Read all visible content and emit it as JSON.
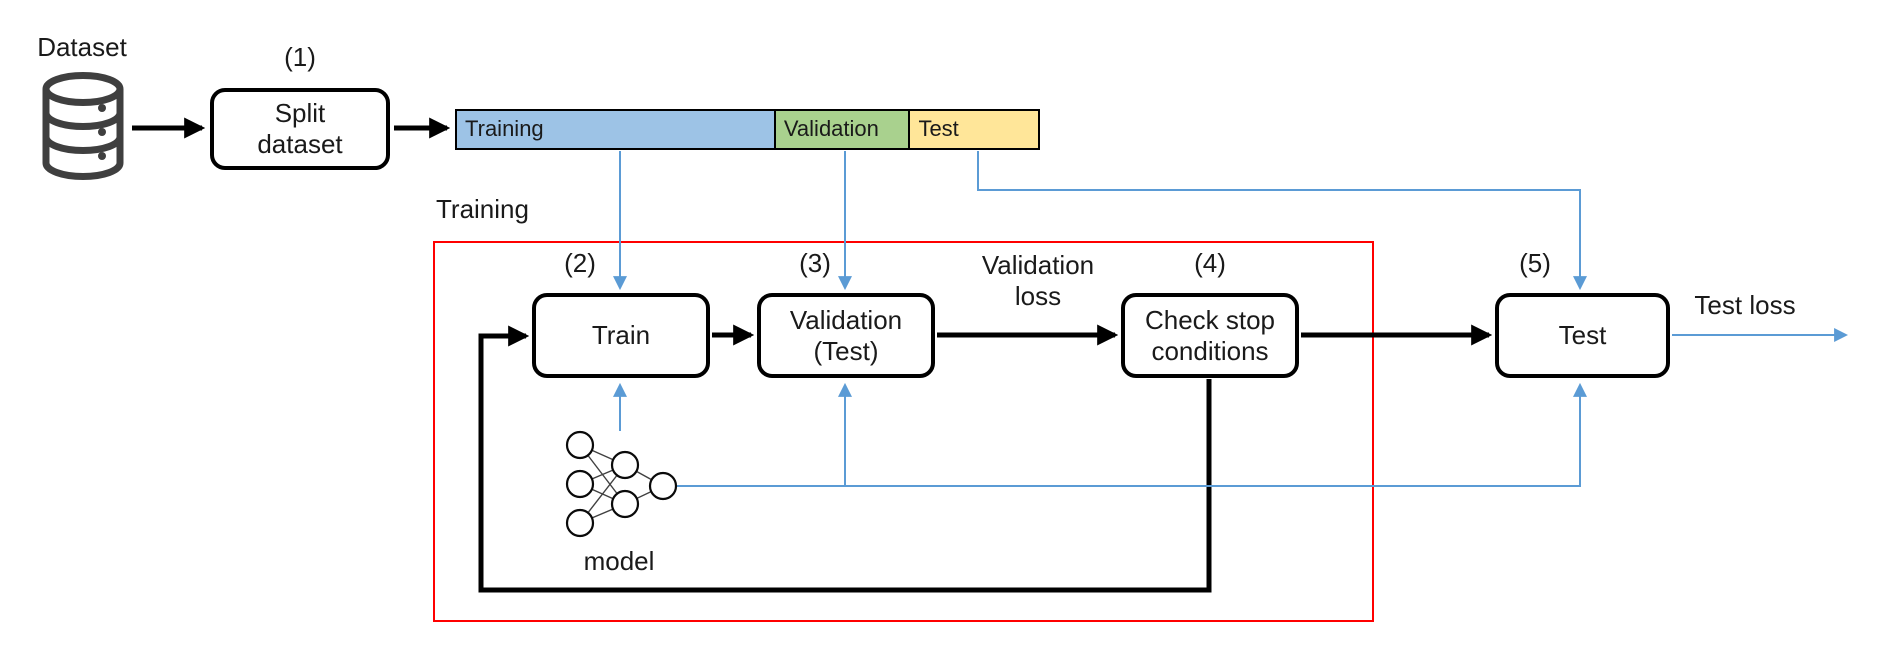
{
  "colors": {
    "segment_training": "#9DC3E6",
    "segment_validation": "#A9D18E",
    "segment_test": "#FFE699",
    "flow_blue": "#5B9BD5",
    "region_red": "#FF0000",
    "icon_gray": "#3F3F3F"
  },
  "dataset": {
    "label": "Dataset"
  },
  "split_step": {
    "number": "(1)",
    "label": "Split\ndataset"
  },
  "data_bar": {
    "segments": [
      {
        "label": "Training"
      },
      {
        "label": "Validation"
      },
      {
        "label": "Test"
      }
    ]
  },
  "training_region": {
    "label": "Training"
  },
  "train_step": {
    "number": "(2)",
    "label": "Train"
  },
  "validation_step": {
    "number": "(3)",
    "label": "Validation\n(Test)"
  },
  "check_step": {
    "number": "(4)",
    "label": "Check stop\nconditions"
  },
  "test_step": {
    "number": "(5)",
    "label": "Test"
  },
  "annotations": {
    "validation_loss": "Validation\nloss",
    "test_loss": "Test loss",
    "model": "model"
  }
}
